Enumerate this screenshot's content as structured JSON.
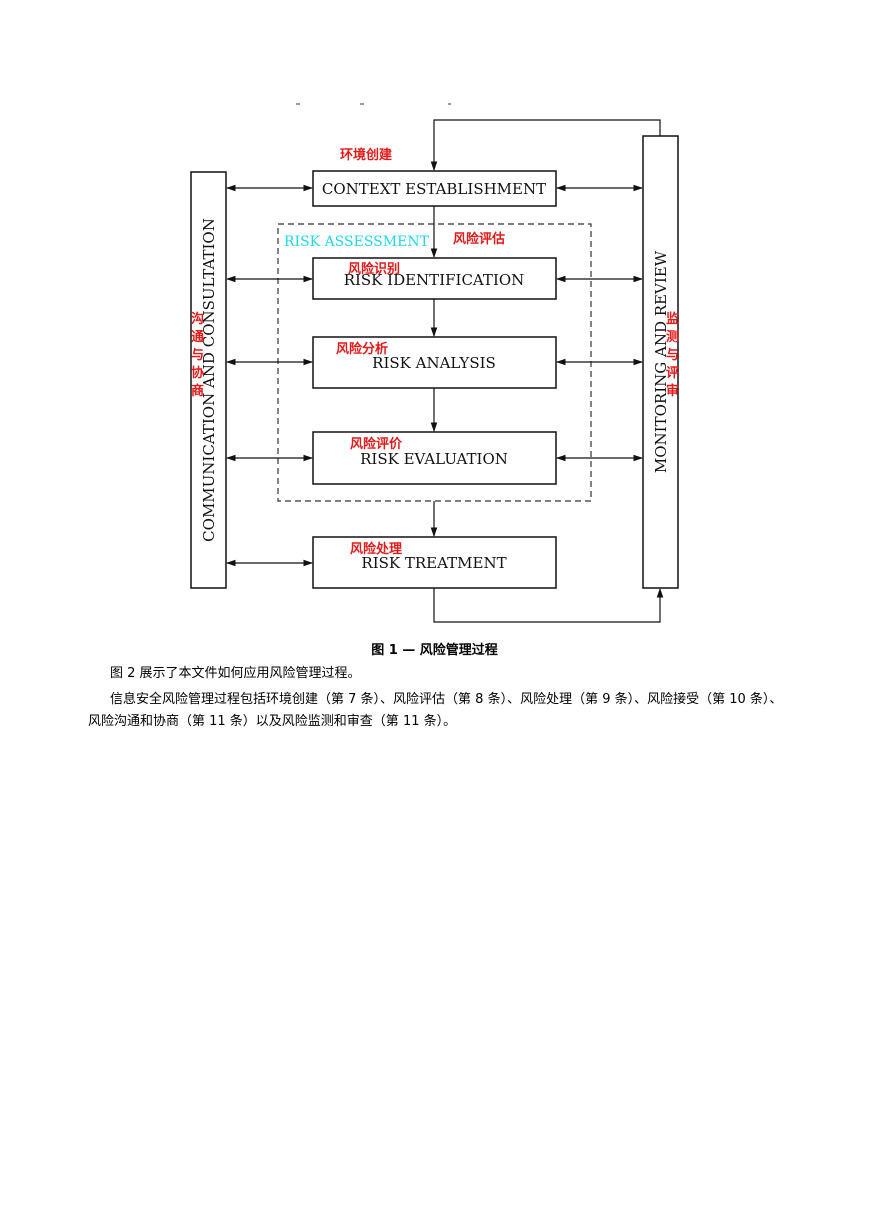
{
  "diagram": {
    "boxes": {
      "context": "CONTEXT ESTABLISHMENT",
      "identification": "RISK IDENTIFICATION",
      "analysis": "RISK ANALYSIS",
      "evaluation": "RISK EVALUATION",
      "treatment": "RISK TREATMENT"
    },
    "side_left": "COMMUNICATION AND CONSULTATION",
    "side_right": "MONITORING AND REVIEW",
    "risk_assessment_label": "RISK ASSESSMENT",
    "annotations": {
      "context_cn": "环境创建",
      "assessment_cn": "风险评估",
      "identification_cn": "风险识别",
      "analysis_cn": "风险分析",
      "evaluation_cn": "风险评价",
      "treatment_cn": "风险处理",
      "left_cn": [
        "沟",
        "通",
        "与",
        "协",
        "商"
      ],
      "right_cn": [
        "监",
        "测",
        "与",
        "评",
        "审"
      ]
    },
    "colors": {
      "annotation": "#e41a1a",
      "risk_assessment": "#20d8e8"
    }
  },
  "caption": "图  1 —  风险管理过程",
  "paragraphs": [
    "图 2 展示了本文件如何应用风险管理过程。",
    "信息安全风险管理过程包括环境创建（第 7 条）、风险评估（第 8 条）、风险处理（第 9 条）、风险接受（第 10 条）、风险沟通和协商（第 11 条）以及风险监测和审查（第 11 条）。"
  ]
}
